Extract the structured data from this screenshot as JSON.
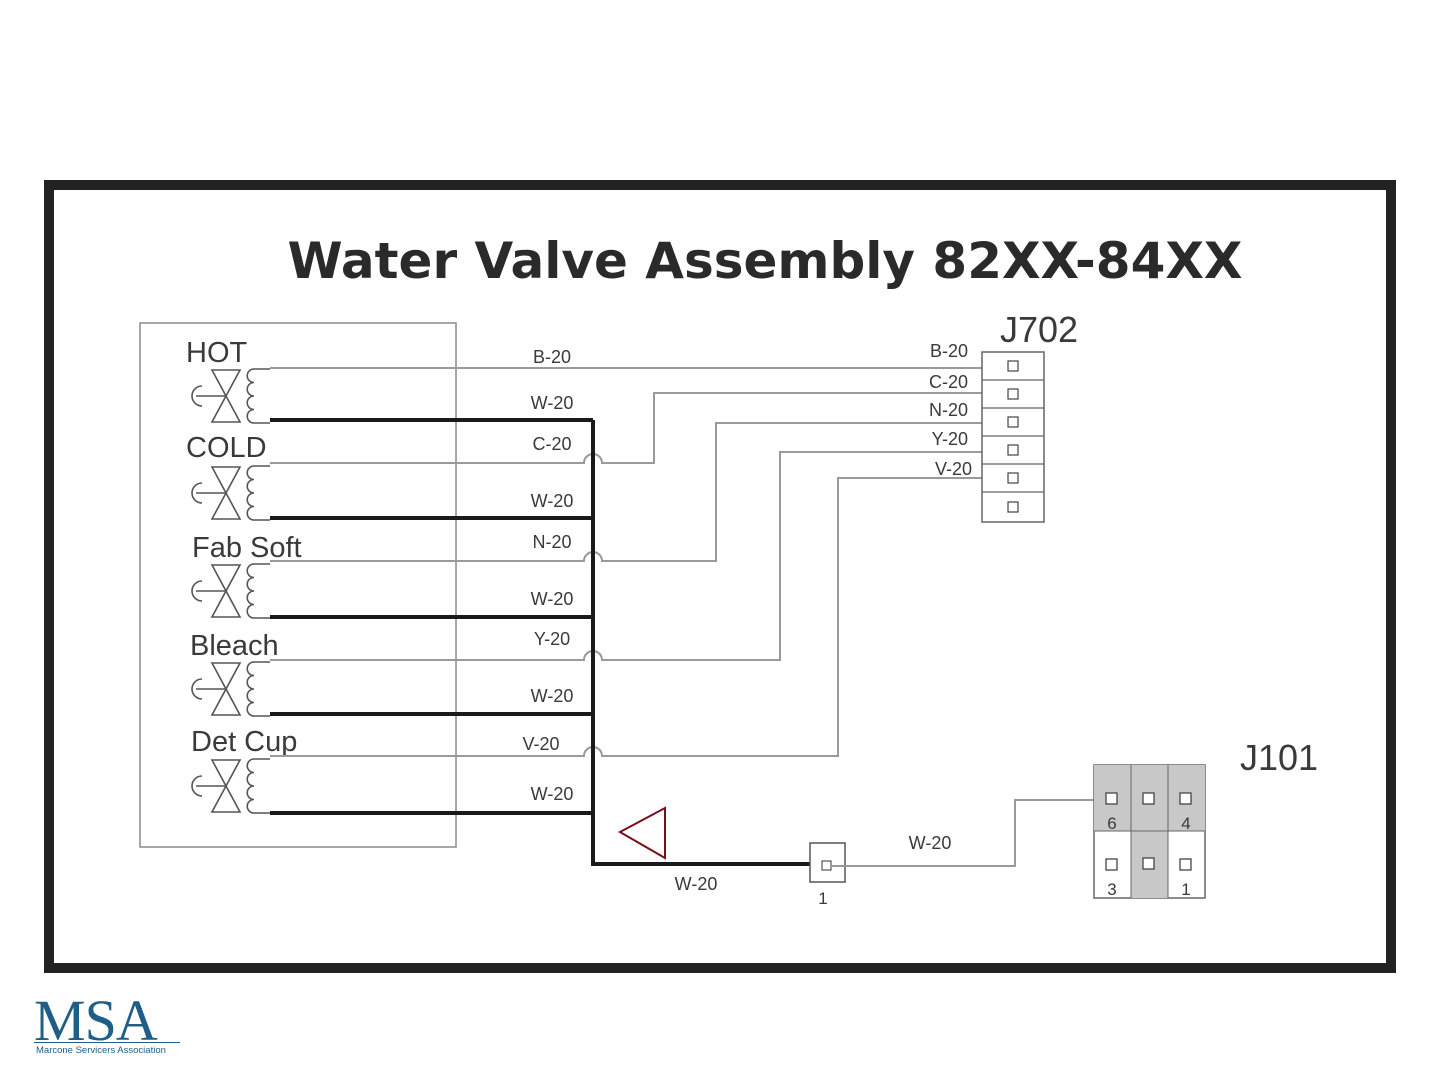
{
  "title": "Water Valve Assembly 82XX-84XX",
  "valves": [
    {
      "name": "HOT",
      "signal_wire": "B-20",
      "return_wire": "W-20"
    },
    {
      "name": "COLD",
      "signal_wire": "C-20",
      "return_wire": "W-20"
    },
    {
      "name": "Fab Soft",
      "signal_wire": "N-20",
      "return_wire": "W-20"
    },
    {
      "name": "Bleach",
      "signal_wire": "Y-20",
      "return_wire": "W-20"
    },
    {
      "name": "Det Cup",
      "signal_wire": "V-20",
      "return_wire": "W-20"
    }
  ],
  "j702": {
    "name": "J702",
    "pin_labels": [
      "B-20",
      "C-20",
      "N-20",
      "Y-20",
      "V-20"
    ]
  },
  "j101": {
    "name": "J101",
    "pin_numbers": [
      "6",
      "4",
      "3",
      "1"
    ]
  },
  "common_bus_wire": "W-20",
  "splice": {
    "pin": "1"
  },
  "j101_feed_wire": "W-20",
  "logo": {
    "mark": "MSA",
    "subtitle": "Marcone Servicers Association"
  },
  "colors": {
    "frame": "#222222",
    "wire": "#9a9a9a",
    "bus": "#1a1a1a",
    "marker": "#7a0f1a",
    "logo": "#1f5e86",
    "shaded_pin": "#c8c8c8"
  }
}
